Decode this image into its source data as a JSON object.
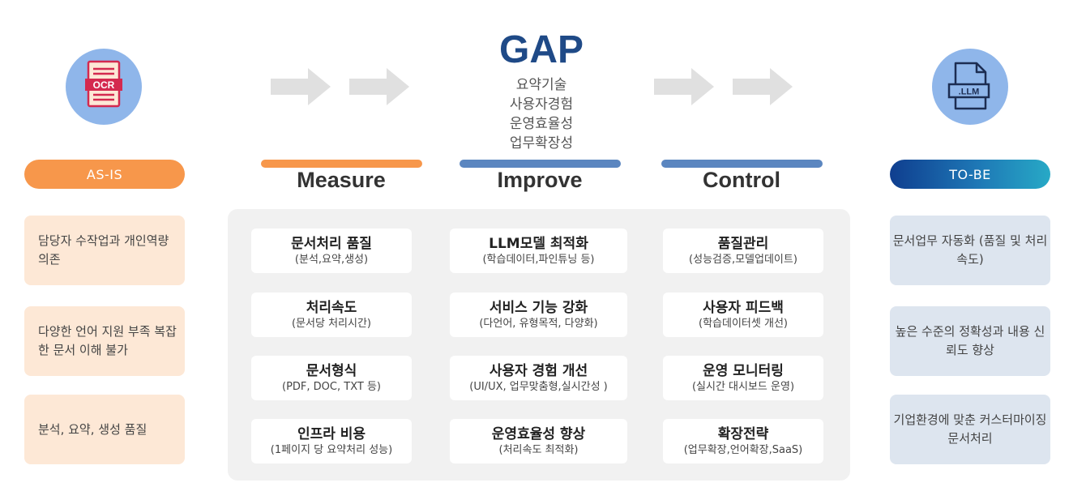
{
  "as_is": {
    "label": "AS-IS",
    "icon_text": "OCR",
    "items": [
      "담당자 수작업과 개인역량 의존",
      "다양한 언어 지원 부족 복잡한 문서 이해 불가",
      "분석, 요약, 생성 품질"
    ]
  },
  "gap": {
    "title": "GAP",
    "items": [
      "요약기술",
      "사용자경험",
      "운영효율성",
      "업무확장성"
    ]
  },
  "phases": [
    {
      "title": "Measure",
      "cards": [
        {
          "title": "문서처리 품질",
          "sub": "(분석,요약,생성)"
        },
        {
          "title": "처리속도",
          "sub": "(문서당 처리시간)"
        },
        {
          "title": "문서형식",
          "sub": "(PDF, DOC, TXT 등)"
        },
        {
          "title": "인프라 비용",
          "sub": "(1페이지 당 요약처리 성능)"
        }
      ]
    },
    {
      "title": "Improve",
      "cards": [
        {
          "title": "LLM모델 최적화",
          "sub": "(학습데이터,파인튜닝 등)"
        },
        {
          "title": "서비스 기능 강화",
          "sub": "(다언어, 유형목적, 다양화)"
        },
        {
          "title": "사용자 경험 개선",
          "sub": "(UI/UX, 업무맞춤형,실시간성 )"
        },
        {
          "title": "운영효율성 향상",
          "sub": "(처리속도 최적화)"
        }
      ]
    },
    {
      "title": "Control",
      "cards": [
        {
          "title": "품질관리",
          "sub": "(성능검증,모델업데이트)"
        },
        {
          "title": "사용자 피드백",
          "sub": "(학습데이터셋 개선)"
        },
        {
          "title": "운영 모니터링",
          "sub": "(실시간 대시보드 운영)"
        },
        {
          "title": "확장전략",
          "sub": "(업무확장,언어확장,SaaS)"
        }
      ]
    }
  ],
  "to_be": {
    "label": "TO-BE",
    "icon_text": ".LLM",
    "items": [
      "문서업무 자동화 (품질 및 처리속도)",
      "높은 수준의 정확성과 내용 신뢰도 향상",
      "기업환경에 맞춘 커스터마이징 문서처리"
    ]
  },
  "colors": {
    "as_is": "#f7974b",
    "to_be_start": "#0f3e8f",
    "to_be_end": "#27a9c6",
    "gap_title": "#1f4a87",
    "phase_blue": "#5b86c0",
    "icon_bg": "#8fb6ea"
  }
}
